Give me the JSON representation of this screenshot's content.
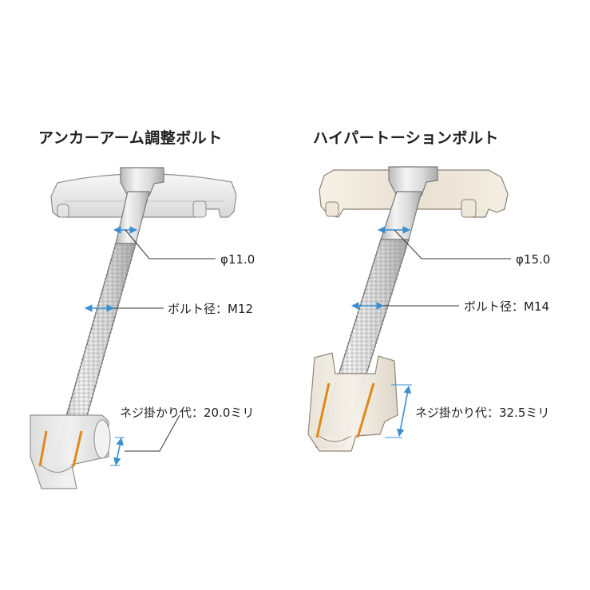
{
  "left": {
    "title": "アンカーアーム調整ボルト",
    "diameter": "φ11.0",
    "bolt_size": "ボルト径：M12",
    "thread_engagement": "ネジ掛かり代：20.0ミリ"
  },
  "right": {
    "title": "ハイパートーションボルト",
    "diameter": "φ15.0",
    "bolt_size": "ボルト径：M14",
    "thread_engagement": "ネジ掛かり代：32.5ミリ"
  },
  "colors": {
    "dimension_line": "#3a8fd0",
    "thread_highlight": "#e0891a",
    "leader_line": "#333333",
    "left_bracket": "#ececec",
    "right_bracket": "#ece6dc"
  }
}
